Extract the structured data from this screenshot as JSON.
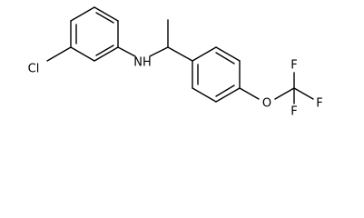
{
  "molecule": {
    "atoms": {
      "chlorine": "Cl",
      "amine": "NH",
      "oxygen": "O",
      "fluorine_1": "F",
      "fluorine_2": "F",
      "fluorine_3": "F"
    }
  }
}
